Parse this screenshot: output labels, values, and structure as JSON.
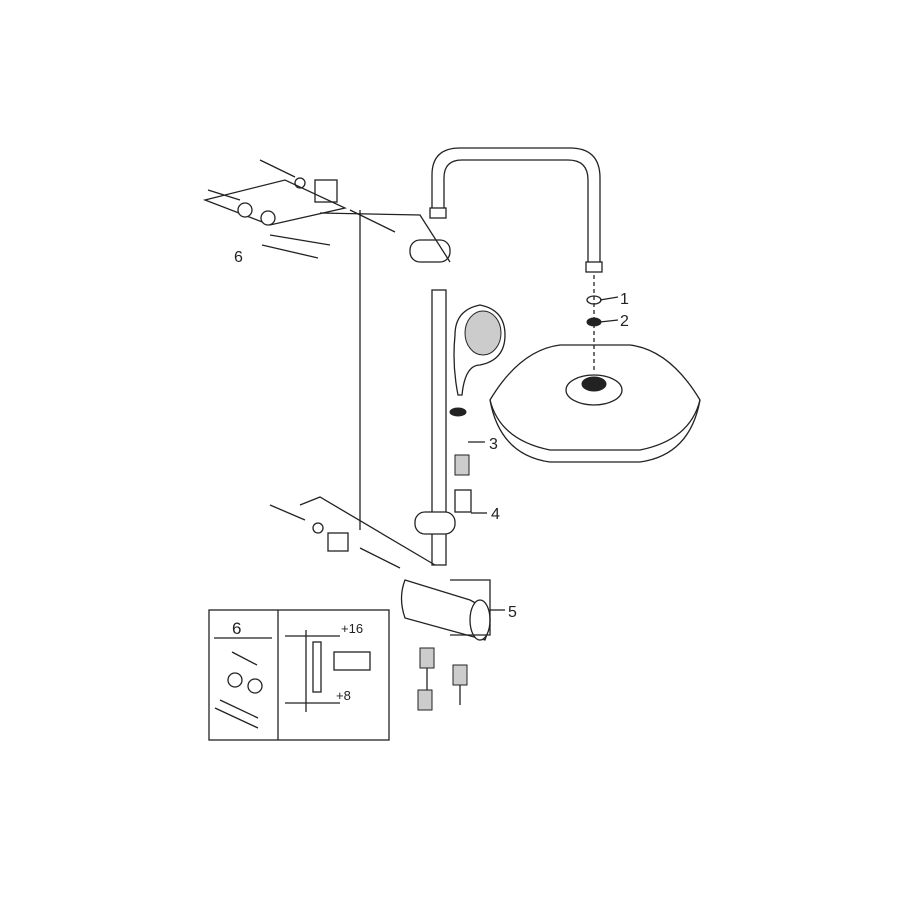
{
  "callouts": {
    "c1": "1",
    "c2": "2",
    "c3": "3",
    "c4": "4",
    "c5": "5",
    "c6": "6"
  },
  "inset": {
    "part_number": "6",
    "dim_top": "+16",
    "dim_bottom": "+8"
  }
}
